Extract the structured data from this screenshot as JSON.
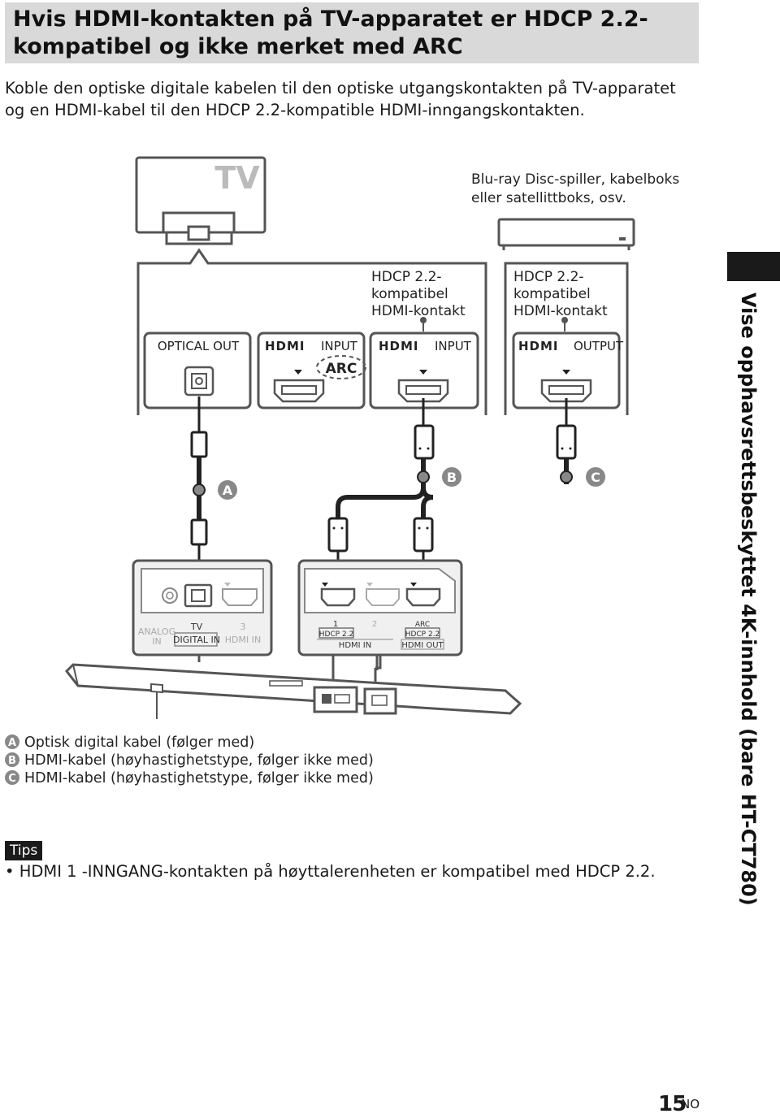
{
  "header": {
    "title_line1": "Hvis HDMI-kontakten på TV-apparatet er HDCP 2.2-",
    "title_line2": "kompatibel og ikke merket med ARC"
  },
  "intro": {
    "line1": "Koble den optiske digitale kabelen til den optiske utgangskontakten på TV-apparatet",
    "line2": "og en HDMI-kabel til den HDCP 2.2-kompatible HDMI-inngangskontakten."
  },
  "diagram": {
    "tv_label": "TV",
    "player_line1": "Blu-ray Disc-spiller, kabelboks",
    "player_line2": "eller satellittboks, osv.",
    "hdcp_line1": "HDCP 2.2-",
    "hdcp_line2": "kompatibel",
    "hdcp_line3": "HDMI-kontakt",
    "optical_out": "OPTICAL OUT",
    "hdmi_logo": "HDMI",
    "input": "INPUT",
    "output": "OUTPUT",
    "arc": "ARC",
    "cable_a": "A",
    "cable_b": "B",
    "cable_c": "C",
    "analog_line1": "ANALOG",
    "analog_line2": "IN",
    "tv_small": "TV",
    "digital_in": "DIGITAL IN",
    "num3": "3",
    "hdmi_in": "HDMI IN",
    "num1": "1",
    "num2": "2",
    "hdcp22": "HDCP 2.2",
    "hdmi_out": "HDMI OUT"
  },
  "legend": [
    {
      "badge": "A",
      "text": "Optisk digital kabel (følger med)"
    },
    {
      "badge": "B",
      "text": "HDMI-kabel (høyhastighetstype, følger ikke med)"
    },
    {
      "badge": "C",
      "text": "HDMI-kabel (høyhastighetstype, følger ikke med)"
    }
  ],
  "sidebar": {
    "title": "Vise opphavsrettsbeskyttet 4K-innhold (bare HT-CT780)"
  },
  "tips": {
    "label": "Tips",
    "text": "• HDMI 1 -INNGANG-kontakten på høyttalerenheten er kompatibel med HDCP 2.2."
  },
  "footer": {
    "page_number": "15",
    "page_suffix": "NO"
  },
  "colors": {
    "heading_bg": "#d9d9d9",
    "line": "#555555",
    "cable": "#222222",
    "panel_bg": "#f0f0f0"
  }
}
